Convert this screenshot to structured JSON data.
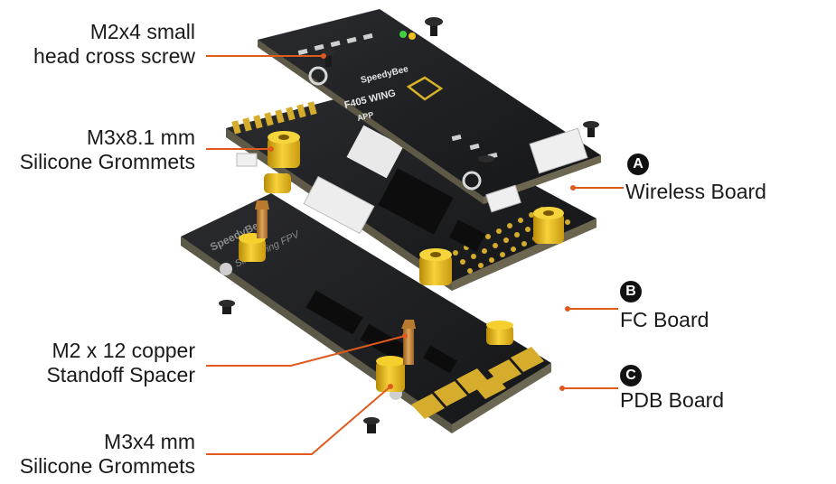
{
  "labels": {
    "screw": [
      "M2x4 small",
      "head cross screw"
    ],
    "grommets_top": [
      "M3x8.1 mm",
      "Silicone Grommets"
    ],
    "standoff": [
      "M2 x 12 copper",
      "Standoff Spacer"
    ],
    "grommets_bottom": [
      "M3x4 mm",
      "Silicone Grommets"
    ],
    "wireless": "Wireless Board",
    "fc": "FC Board",
    "pdb": "PDB Board"
  },
  "badges": {
    "wireless": "A",
    "fc": "B",
    "pdb": "C"
  },
  "silkscreen": {
    "brand_top": "SpeedyBee",
    "model": "F405 WING",
    "app": "APP",
    "brand_bottom": "SpeedyBee",
    "tagline": "Simplifying FPV"
  },
  "colors": {
    "leader": "#e05a1e",
    "pcb": "#1c1d1f",
    "pcb_edge": "#6f6a52",
    "gold": "#c9a227",
    "grommet": "#f2c21b",
    "copper": "#c98a3c"
  }
}
